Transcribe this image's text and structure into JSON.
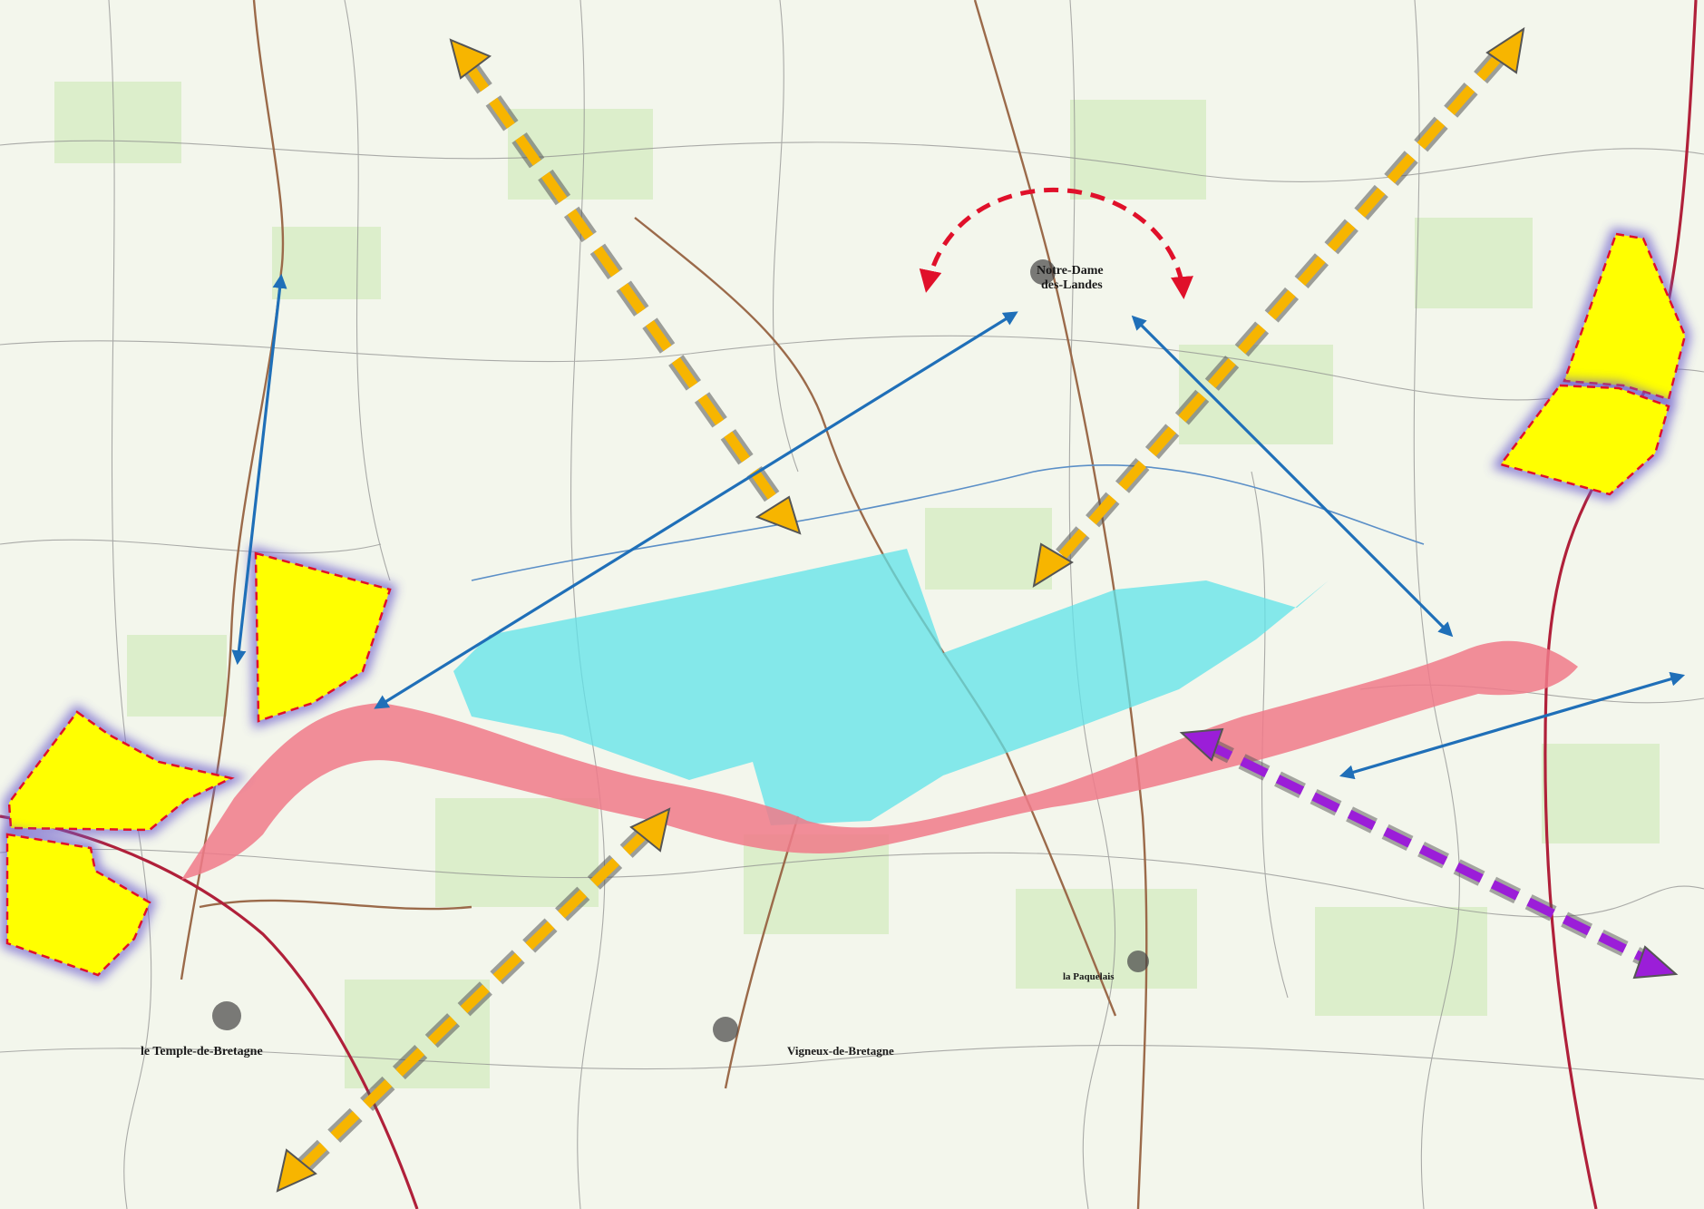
{
  "map": {
    "places": {
      "notre_dame_line1": "Notre-Dame",
      "notre_dame_line2": "des-Landes",
      "temple": "le Temple-de-Bretagne",
      "vigneux": "Vigneux-de-Bretagne",
      "paquelais": "la Paquelais"
    },
    "colors": {
      "background": "#f3f6ec",
      "zone_yellow": "#ffff00",
      "zone_outline": "#e0102a",
      "zone_glow": "#6a5acd",
      "airport_zone": "#5fe3ea",
      "corridor_pink": "#f07a8a",
      "arrow_orange": "#f7b500",
      "arrow_shadow": "#555555",
      "arrow_blue": "#1f6fb8",
      "arrow_purple": "#9b1ed8",
      "arc_red": "#e0102a",
      "road_brown": "#9b6a4a",
      "highway": "#b0203a",
      "field_green": "#c9e7b0"
    },
    "icons": {
      "arrow": "double-headed-arrow-icon",
      "arc": "curved-double-arrow-icon"
    }
  }
}
